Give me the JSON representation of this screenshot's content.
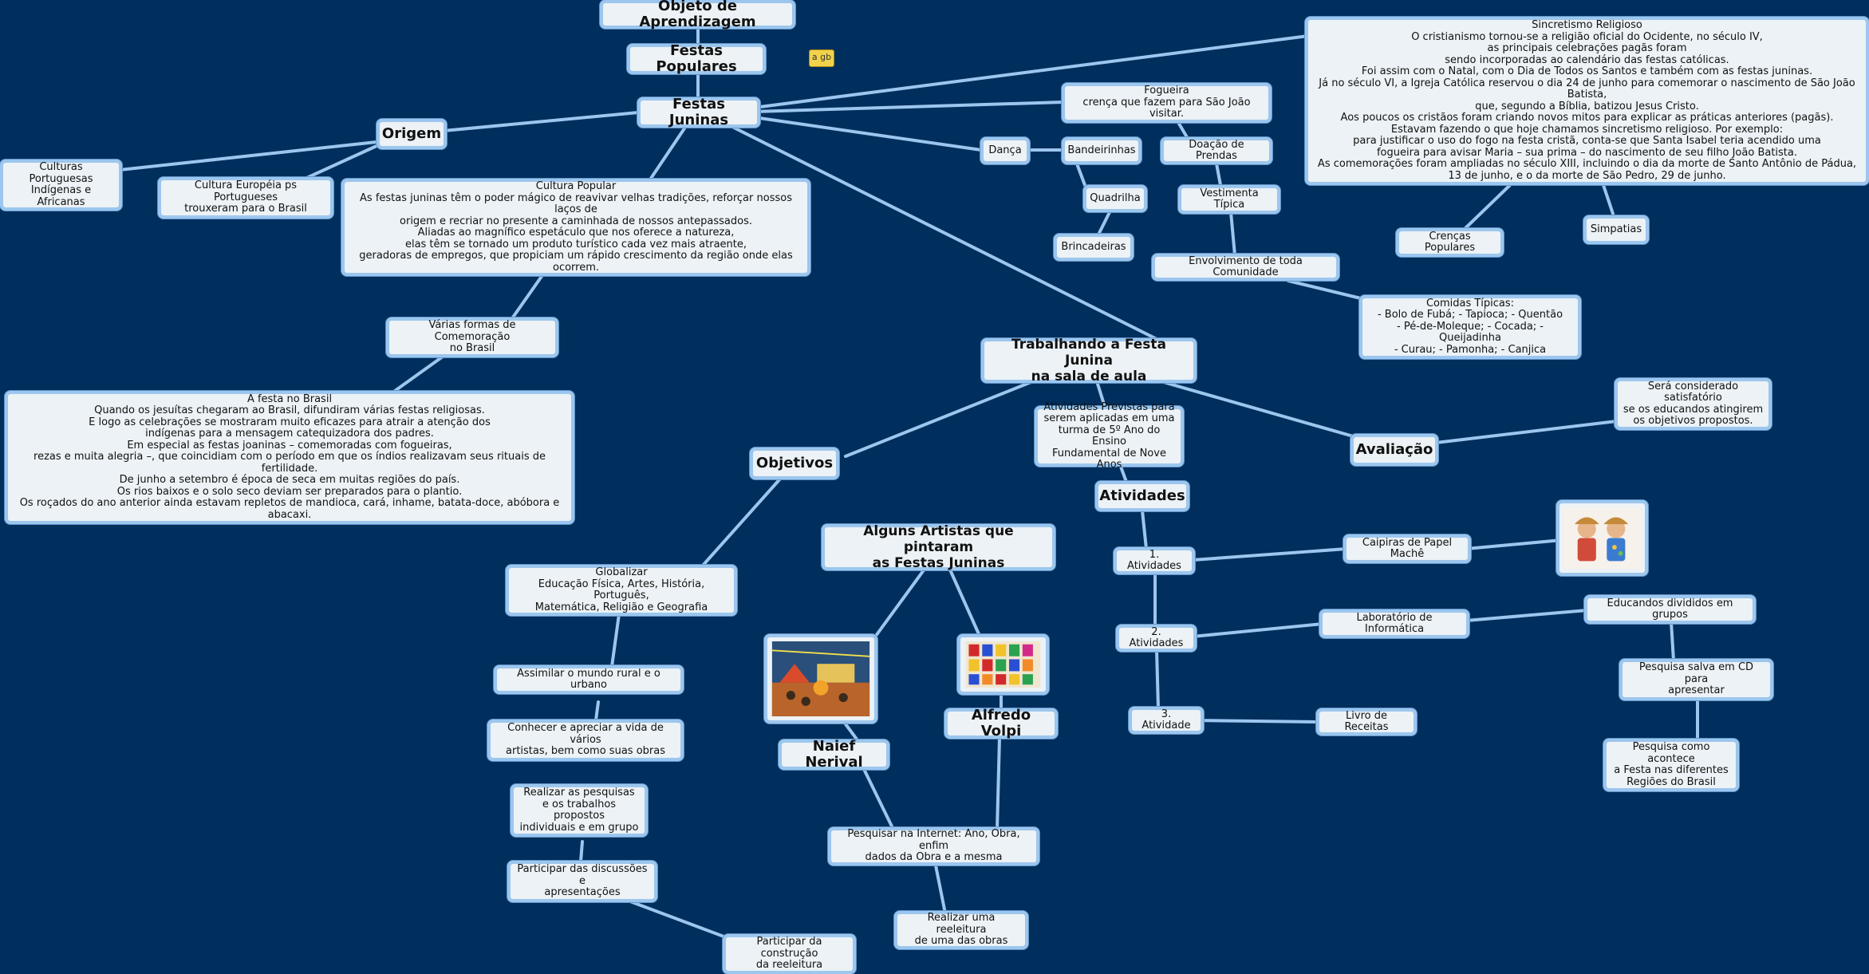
{
  "nodes": {
    "objeto": "Objeto de Aprendizagem",
    "festas_populares": "Festas Populares",
    "festas_juninas": "Festas Juninas",
    "origem": "Origem",
    "culturas": "Culturas\nPortuguesas\nIndígenas e Africanas",
    "cultura_europeia": "Cultura Européia ps Portugueses\ntrouxeram para o Brasil",
    "cultura_popular": "Cultura Popular\nAs festas juninas têm o poder mágico de reavivar velhas tradições, reforçar nossos laços de\norigem e recriar no presente a caminhada de nossos antepassados.\nAliadas ao magnífico espetáculo que nos oferece a natureza,\nelas têm se tornado um produto turístico cada vez mais atraente,\ngeradoras de empregos, que propiciam um rápido crescimento da região onde elas ocorrem.",
    "varias_formas": "Várias formas de Comemoração\nno Brasil",
    "festa_brasil": "A festa no Brasil\nQuando os jesuítas chegaram ao Brasil, difundiram várias festas religiosas.\nE logo as celebrações se mostraram muito eficazes para atrair a atenção dos\nindígenas para a mensagem catequizadora dos padres.\nEm especial as festas joaninas – comemoradas com fogueiras,\nrezas e muita alegria –, que coincidiam com o período em que os índios realizavam seus rituais de fertilidade.\nDe junho a setembro é época de seca em muitas regiões do país.\nOs rios baixos e o solo seco deviam ser preparados para o plantio.\nOs roçados do ano anterior ainda estavam repletos de mandioca, cará, inhame, batata-doce, abóbora e abacaxi.",
    "sincretismo": "Sincretismo Religioso\nO cristianismo tornou-se a religião oficial do Ocidente, no século IV,\nas principais celebrações pagãs foram\nsendo incorporadas ao calendário das festas católicas.\nFoi assim com o Natal, com o Dia de Todos os Santos e também com as festas juninas.\nJá no século VI, a Igreja Católica reservou o dia 24 de junho para comemorar o nascimento de São João Batista,\nque, segundo a Bíblia, batizou Jesus Cristo.\nAos poucos os cristãos foram criando novos mitos para explicar as práticas anteriores (pagãs).\nEstavam fazendo o que hoje chamamos sincretismo religioso. Por exemplo:\npara justificar o uso do fogo na festa cristã, conta-se que Santa Isabel teria acendido uma\nfogueira para avisar Maria – sua prima – do nascimento de seu filho João Batista.\nAs comemorações foram ampliadas no século XIII, incluindo o dia da morte de Santo Antônio de Pádua,\n13 de junho, e o da morte de São Pedro, 29 de junho.",
    "fogueira": "Fogueira\ncrença que fazem para São João visitar.",
    "danca": "Dança",
    "bandeirinhas": "Bandeirinhas",
    "doacao": "Doação de Prendas",
    "quadrilha": "Quadrilha",
    "vestimenta": "Vestimenta Típica",
    "brincadeiras": "Brincadeiras",
    "envolvimento": "Envolvimento de toda Comunidade",
    "crencas": "Crenças Populares",
    "simpatias": "Simpatias",
    "comidas": "Comidas Típicas:\n- Bolo de Fubá; - Tapioca; - Quentão\n- Pé-de-Moleque; - Cocada; - Queijadinha\n- Curau; - Pamonha; - Canjica",
    "trabalhando": "Trabalhando a Festa Junina\nna sala de aula",
    "avaliacao": "Avaliação",
    "satisfatorio": "Será considerado satisfatório\nse os educandos atingirem\nos objetivos propostos.",
    "atividades_previstas": "Atividades Previstas para\nserem aplicadas em uma\nturma de 5º Ano do Ensino\nFundamental de Nove Anos",
    "atividades": "Atividades",
    "objetivos": "Objetivos",
    "globalizar": "Globalizar\nEducação Física, Artes, História, Português,\nMatemática, Religião e Geografia",
    "assimilar": "Assimilar o mundo rural e o urbano",
    "conhecer": "Conhecer e apreciar a vida de vários\nartistas, bem como suas obras",
    "realizar_pesquisas": "Realizar as pesquisas\ne os trabalhos propostos\nindividuais e em grupo",
    "participar_discussoes": "Participar das discussões e\napresentações",
    "participar_construcao": "Participar da construção\nda reeleitura",
    "alguns_artistas": "Alguns Artistas que pintaram\nas Festas Juninas",
    "naief": "Naief Nerival",
    "volpi": "Alfredo Volpi",
    "pesquisar_internet": "Pesquisar na Internet: Ano, Obra, enfim\ndados da Obra e a mesma",
    "realizar_reeleitura": "Realizar uma reeleitura\nde uma das obras",
    "ativ1": "1. Atividades",
    "ativ2": "2. Atividades",
    "ativ3": "3. Atividade",
    "caipiras": "Caipiras de Papel Machê",
    "laboratorio": "Laboratório de Informática",
    "livro": "Livro de Receitas",
    "educandos_grupos": "Educandos divididos em grupos",
    "pesquisa_cd": "Pesquisa salva em CD para\napresentar",
    "pesquisa_regioes": "Pesquisa como acontece\na Festa nas diferentes\nRegiões do Brasil"
  },
  "note_icon_label": "a gb",
  "colors": {
    "background": "#002e5d",
    "edge": "#9cc6ee",
    "node_fill": "#ecf2f5",
    "node_border": "#9cc6ee"
  },
  "icons": {
    "note": "note-icon",
    "naief_painting": "naief-painting-image",
    "volpi_painting": "volpi-painting-image",
    "caipiras_figures": "caipiras-image"
  }
}
